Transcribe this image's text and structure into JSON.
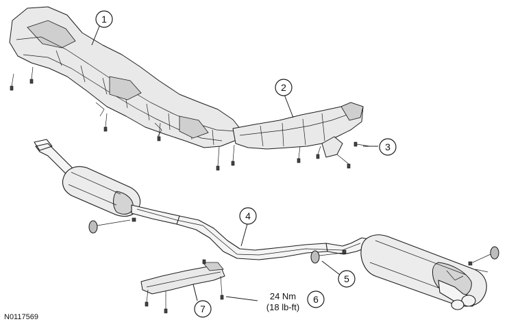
{
  "figure_id": "N0117569",
  "callouts": [
    {
      "number": "1"
    },
    {
      "number": "2"
    },
    {
      "number": "3"
    },
    {
      "number": "4"
    },
    {
      "number": "5"
    },
    {
      "number": "6"
    },
    {
      "number": "7"
    }
  ],
  "torque_spec": {
    "metric": "24 Nm",
    "imperial": "(18 lb-ft)"
  }
}
